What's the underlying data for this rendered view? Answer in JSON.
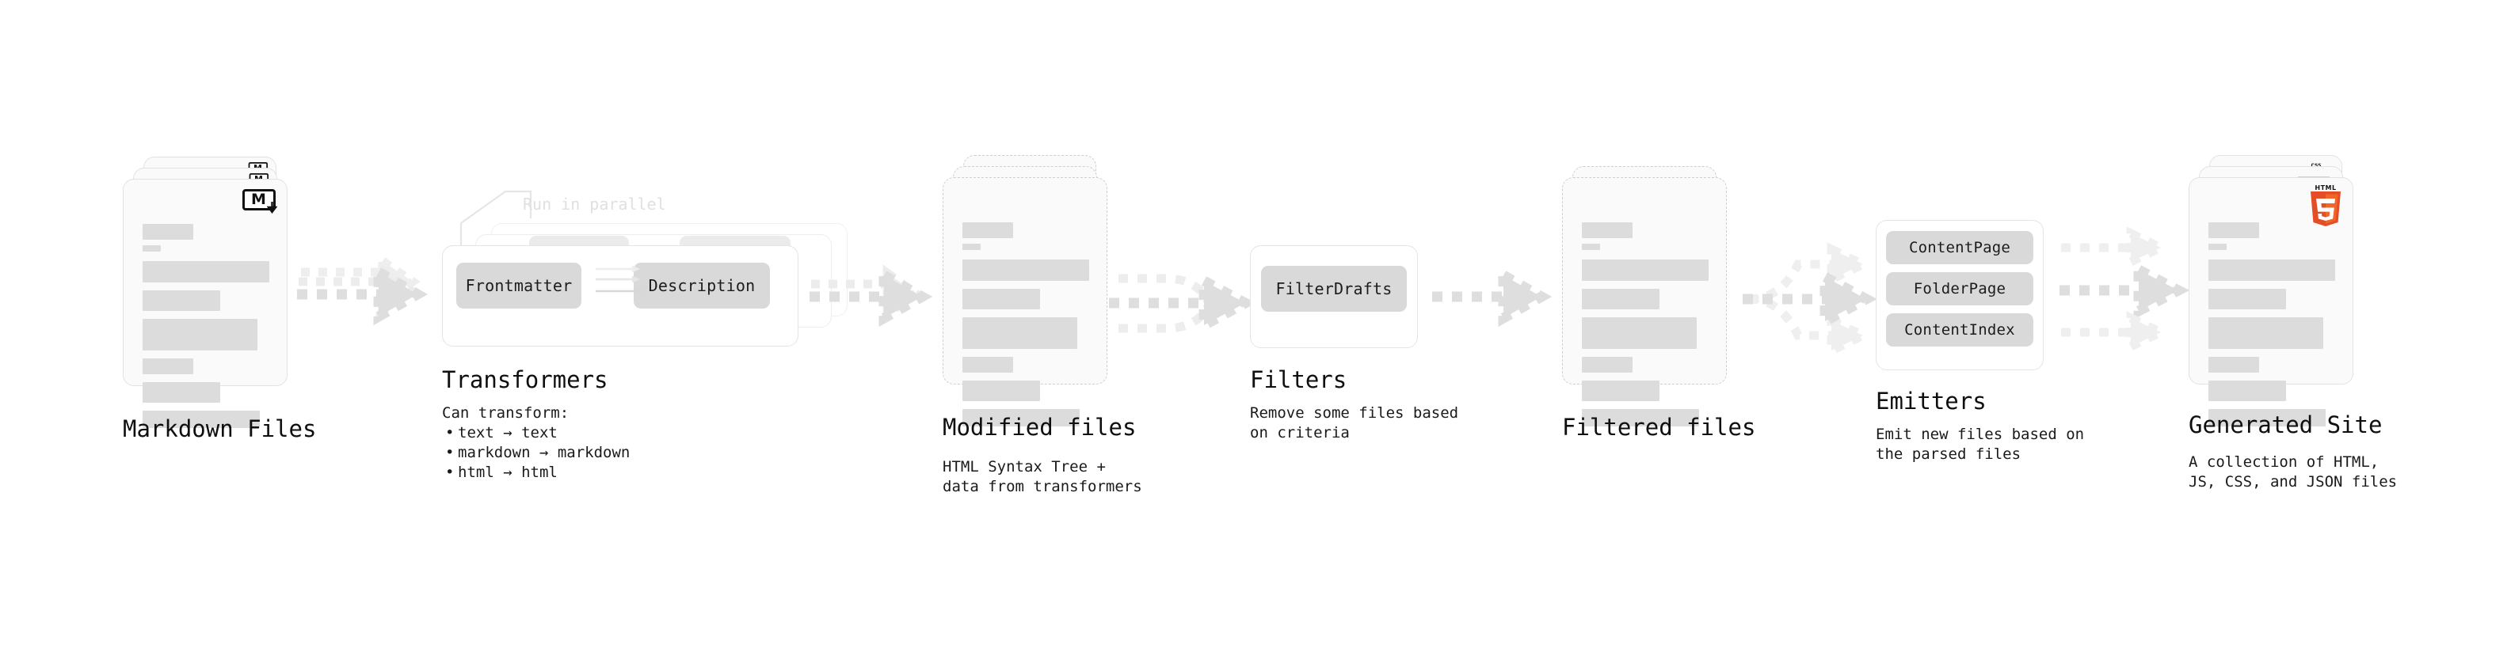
{
  "diagram": {
    "title_color": "#0f0f0f",
    "accent_muted": "#e0e0e0",
    "bar_color": "#dcdcdc"
  },
  "stages": {
    "markdown_files": {
      "title": "Markdown Files",
      "subtitle": "",
      "badge": "markdown-icon",
      "badge_text": "M"
    },
    "transformers": {
      "title": "Transformers",
      "parallel_label": "Run in parallel",
      "chip_left": "Frontmatter",
      "chip_right": "Description",
      "can_transform_label": "Can transform:",
      "bullets": [
        "text → text",
        "markdown → markdown",
        "html → html"
      ]
    },
    "modified_files": {
      "title": "Modified files",
      "subtitle": "HTML Syntax Tree +\ndata from transformers"
    },
    "filters": {
      "title": "Filters",
      "subtitle": "Remove some files based\non criteria",
      "chips": [
        "FilterDrafts"
      ]
    },
    "filtered_files": {
      "title": "Filtered files",
      "subtitle": ""
    },
    "emitters": {
      "title": "Emitters",
      "subtitle": "Emit new files based on\nthe parsed files",
      "chips": [
        "ContentPage",
        "FolderPage",
        "ContentIndex"
      ]
    },
    "generated_site": {
      "title": "Generated Site",
      "subtitle": "A collection of HTML,\nJS, CSS, and JSON files",
      "badges": [
        "css-icon",
        "js-icon",
        "html5-icon"
      ],
      "html5_label": "HTML",
      "html5_digit": "5",
      "css_label": "CSS"
    }
  }
}
